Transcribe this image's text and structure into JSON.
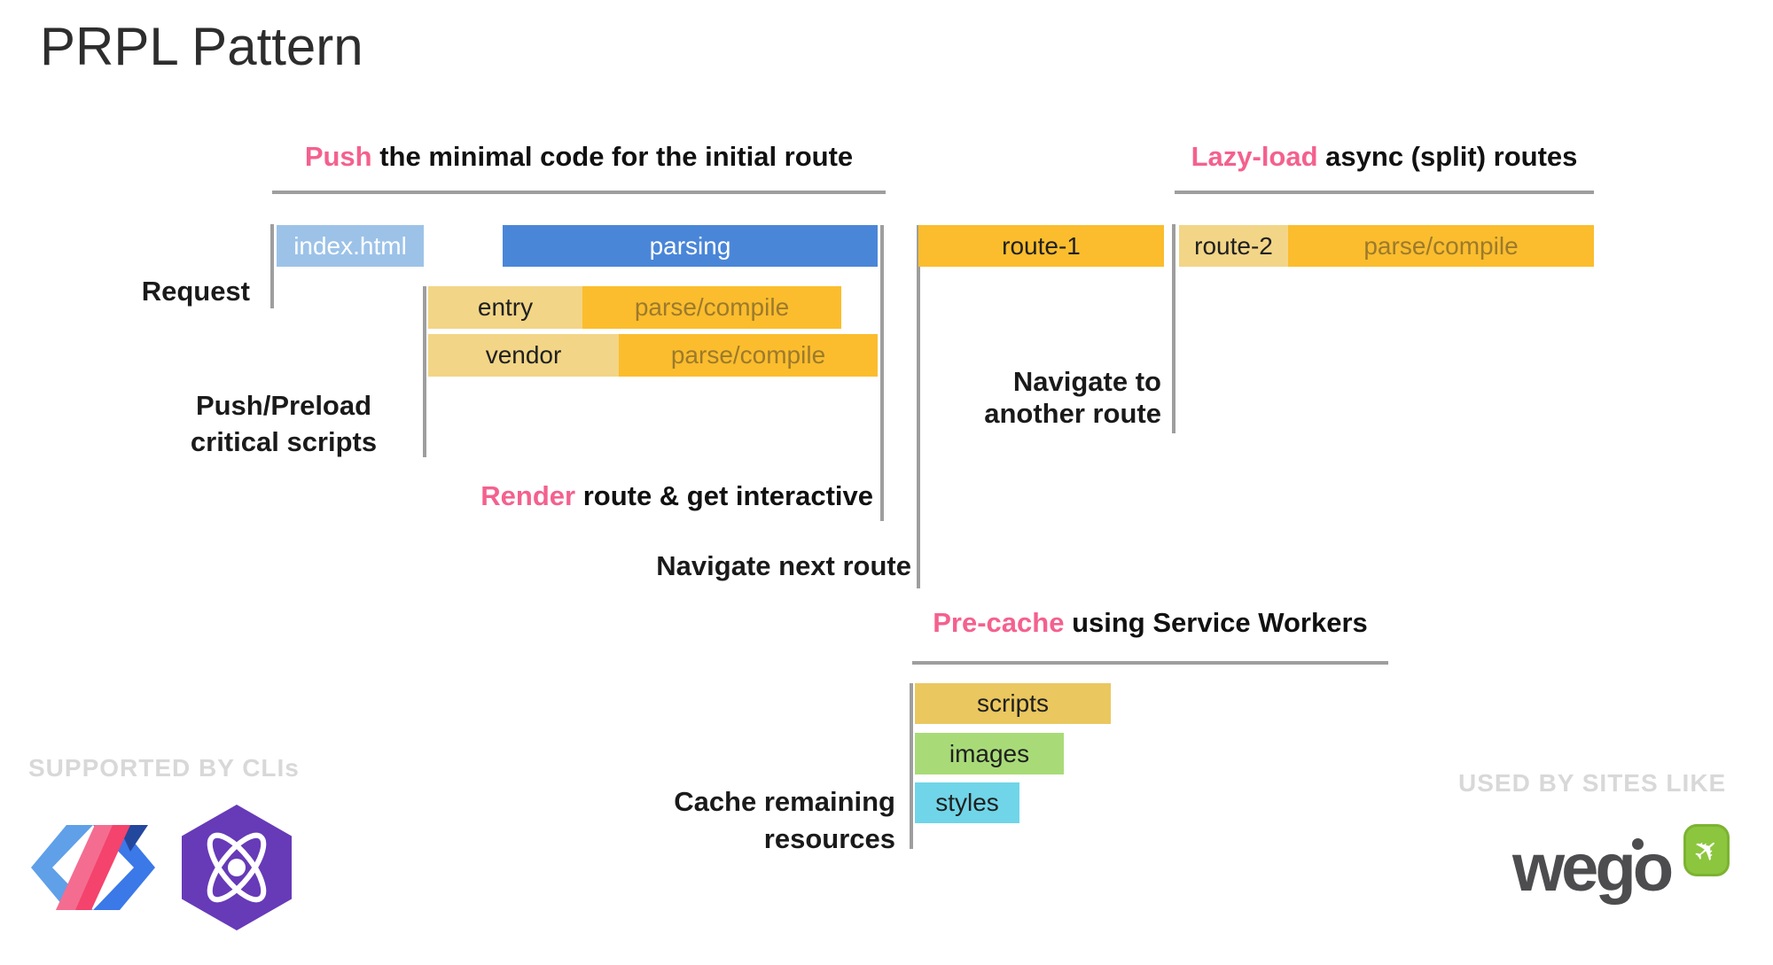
{
  "title": "PRPL Pattern",
  "headings": {
    "push": {
      "accent": "Push",
      "rest": " the minimal code for the initial route"
    },
    "lazy_load": {
      "accent": "Lazy-load",
      "rest": " async (split) routes"
    },
    "render": {
      "accent": "Render",
      "rest": " route & get interactive"
    },
    "pre_cache": {
      "accent": "Pre-cache",
      "rest": " using Service Workers"
    }
  },
  "timeline_labels": {
    "request": "Request",
    "push_preload": {
      "line1": "Push/Preload",
      "line2": "critical scripts"
    },
    "navigate_next": "Navigate next route",
    "navigate_another": {
      "line1": "Navigate to",
      "line2": "another route"
    },
    "cache_remaining": {
      "line1": "Cache remaining",
      "line2": "resources"
    }
  },
  "bars": {
    "index_html": "index.html",
    "parsing": "parsing",
    "entry": "entry",
    "vendor": "vendor",
    "parse_compile": "parse/compile",
    "route_1": "route-1",
    "route_2": "route-2",
    "scripts": "scripts",
    "images": "images",
    "styles": "styles"
  },
  "footer": {
    "supported_by": "SUPPORTED BY CLIs",
    "used_by": "USED BY SITES LIKE",
    "wego_wordmark": "wego",
    "logos": [
      "polymer-logo",
      "preact-logo",
      "wego-logo"
    ]
  },
  "colors": {
    "accent_pink": "#F4618E",
    "bar_light_blue": "#9CC2E8",
    "bar_blue": "#4A86D8",
    "bar_tan": "#F2D586",
    "bar_orange": "#FBBD2D",
    "parse_compile_text": "#9c7a2d",
    "bar_scripts_gold": "#EAC75F",
    "bar_images_green": "#A8DB78",
    "bar_styles_cyan": "#70D5E8",
    "line_gray": "#9E9E9E",
    "watermark_gray": "#D8D8D8",
    "preact_purple": "#673AB8",
    "wego_green": "#8CC63E",
    "wego_text": "#4D4D4F"
  }
}
